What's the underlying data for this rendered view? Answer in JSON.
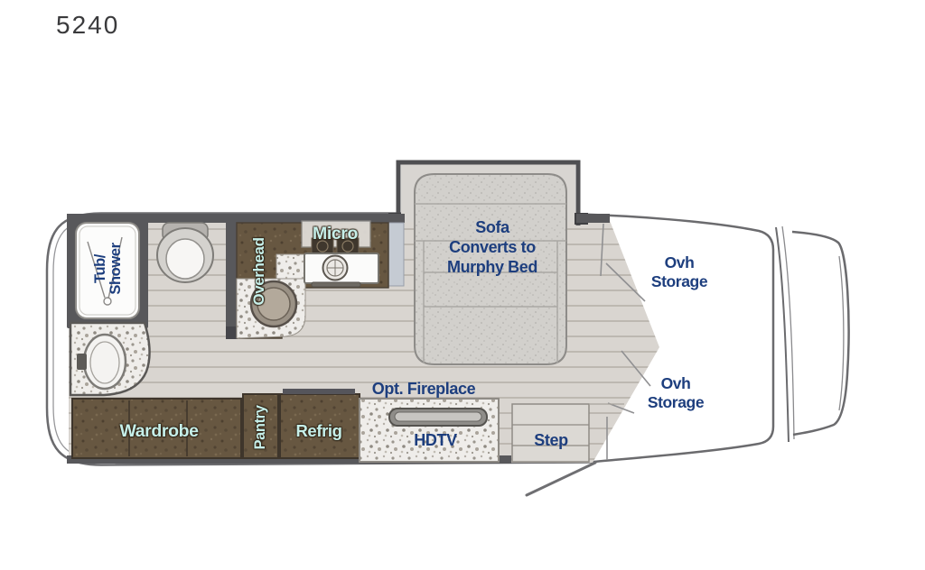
{
  "page": {
    "model_number": "5240"
  },
  "colors": {
    "navy_label": "#1d3e7e",
    "cyan_label": "#c6efe9",
    "cabinet_brown": "#675741",
    "floor": "#d9d5d0",
    "wall": "#58585b",
    "body_outline": "#6b6b6e"
  },
  "labels": {
    "model": "5240",
    "tub_shower": "Tub/\nShower",
    "overhead": "Overhead",
    "micro": "Micro",
    "sofa_murphy": "Sofa\nConverts to\nMurphy Bed",
    "ovh_storage_upper": "Ovh\nStorage",
    "ovh_storage_lower": "Ovh\nStorage",
    "opt_fireplace": "Opt. Fireplace",
    "hdtv": "HDTV",
    "step": "Step",
    "wardrobe": "Wardrobe",
    "pantry": "Pantry",
    "refrig": "Refrig"
  }
}
